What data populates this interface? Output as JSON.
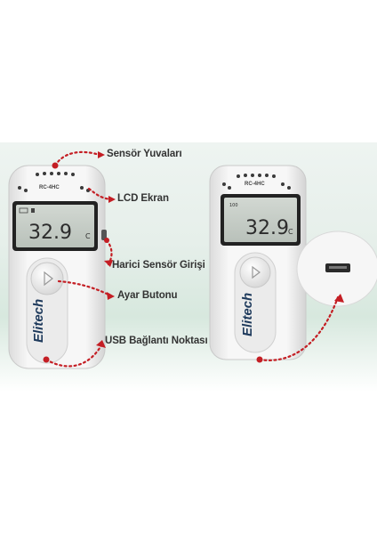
{
  "labels": {
    "sensor_slots": "Sensör Yuvaları",
    "lcd_screen": "LCD Ekran",
    "external_sensor": "Harici Sensör Girişi",
    "setting_button": "Ayar Butonu",
    "usb_port": "USB Bağlantı Noktası"
  },
  "device": {
    "model": "RC-4HC",
    "brand": "Elitech",
    "reading": "32.9",
    "unit": "C",
    "battery": "100"
  },
  "colors": {
    "accent": "#c41e24",
    "label_text": "#333333",
    "body": "#f4f4f4",
    "lcd": "#c9cfc9"
  },
  "icons": [
    "play-icon",
    "usb-port-icon",
    "battery-icon"
  ]
}
